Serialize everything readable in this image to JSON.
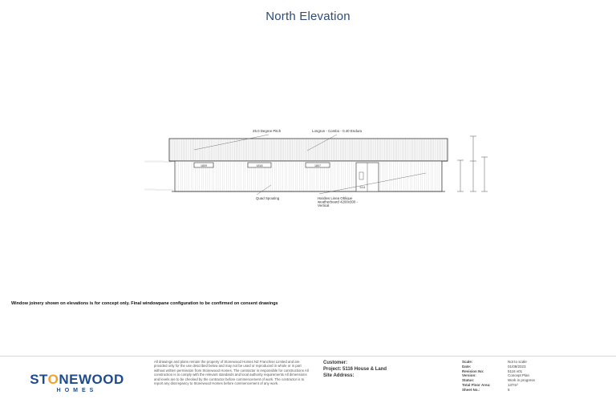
{
  "title": "North Elevation",
  "drawing": {
    "annotations": {
      "pitch": "25.0 Degree Pitch",
      "roofing": "Longrun - Combo - 0.40 Endura",
      "spouting": "Quad Spouting",
      "cladding": "Hardies Linea Oblique weatherboard 4200x300 - Vertical"
    },
    "windows": [
      "1809",
      "1818",
      "1807"
    ],
    "door": "D11"
  },
  "note": "Window joinery shown on elevations is for concept only. Final windowpane configuration to be confirmed on consent drawings",
  "footer": {
    "logo": {
      "main": "STONEWOOD",
      "sub": "HOMES"
    },
    "disclaimer": "All drawings and plans remain the property of Stonewood Homes NZ Franchise Limited and are provided only for the use described below and may not be used or reproduced in whole or in part without written permission from Stonewood Homes. The contractor is responsible for constructions All construction is to comply with the relevant standards and local authority requirements All dimensions and levels are to be checked by the contractor before commencement of work. The contractor is to report any discrepancy to Stonewood Homes before commencement of any work.",
    "customer_label": "Customer:",
    "project_label": "Project: 5116 House & Land",
    "site_label": "Site Address:",
    "meta": [
      {
        "label": "Scale:",
        "value": "Not to scale"
      },
      {
        "label": "Date:",
        "value": "01/08/2023"
      },
      {
        "label": "Revision No:",
        "value": "5116 v01"
      },
      {
        "label": "Version:",
        "value": "Concept Plan"
      },
      {
        "label": "Status:",
        "value": "Work in progress"
      },
      {
        "label": "Total Floor Area:",
        "value": "137m²"
      },
      {
        "label": "Sheet No.:",
        "value": "5"
      }
    ]
  }
}
